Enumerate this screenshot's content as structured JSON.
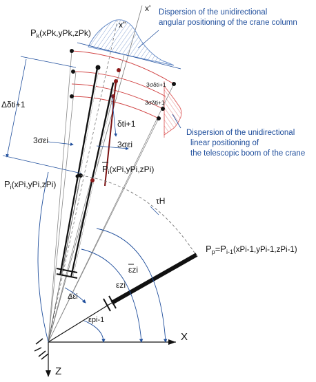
{
  "annotations": {
    "angular": [
      "Dispersion of the unidirectional",
      "angular positioning of the crane column"
    ],
    "linear": [
      "Dispersion of the unidirectional",
      "linear positioning of",
      "the telescopic boom of the crane"
    ]
  },
  "labels": {
    "pk_main": "P",
    "pk_sub": "k",
    "pk_args": "(xPk,yPk,zPk)",
    "pi_main": "P",
    "pi_sub": "i",
    "pi_args": "(xPi,yPi,zPi)",
    "pibar_main": "P",
    "pibar_sub": "i",
    "pibar_args": "(xPi,yPi,zPi)",
    "pp_main": "P",
    "pp_sub": "p",
    "pp_eq": "=P",
    "pp_sub2": "i-1",
    "pp_args": "(xPi-1,yPi-1,zPi-1)",
    "x_prime": "x'",
    "x_dprime": "x\"",
    "x_axis": "X",
    "z_axis": "Z",
    "tau": "τH",
    "delta_t_big": "Δδti+1",
    "delta_t": "δti+1",
    "three_sigma_left": "3σεi",
    "three_sigma_right": "3σεi",
    "three_sigma_dt1": "3σδti+1",
    "three_sigma_dt2": "3σδti+1",
    "eps_z_bar": "εzi",
    "eps_z": "εzi",
    "delta_eps": "Δεi",
    "eps_pi": "εpi-1"
  }
}
